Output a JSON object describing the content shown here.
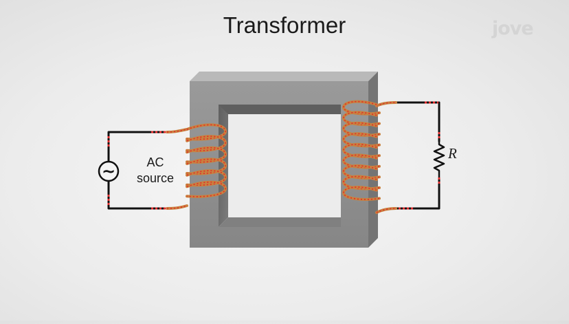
{
  "title": "Transformer",
  "logo": "jove",
  "source": {
    "line1": "AC",
    "line2": "source",
    "symbol": "~"
  },
  "resistor_label": "R",
  "colors": {
    "core_front": "#8c8c8c",
    "core_inner": "#6e6e6e",
    "core_top": "#b9b9b9",
    "core_side": "#7a7a7a",
    "coil": "#c9813f",
    "coil_dash": "#e02b2b",
    "wire": "#111111"
  },
  "primary_turns": 6,
  "secondary_turns": 9
}
